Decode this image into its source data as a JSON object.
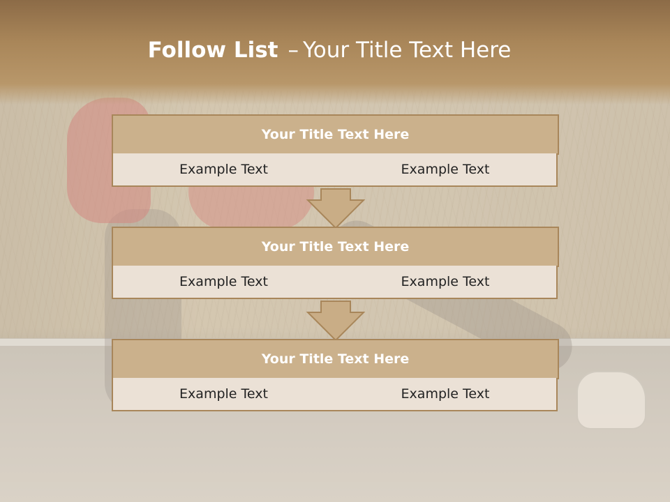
{
  "slide": {
    "title_bold": "Follow List",
    "title_sep": "–",
    "title_rest": "Your Title Text Here"
  },
  "blocks": [
    {
      "title": "Your Title Text Here",
      "left": "Example Text",
      "right": "Example Text"
    },
    {
      "title": "Your Title Text Here",
      "left": "Example Text",
      "right": "Example Text"
    },
    {
      "title": "Your Title Text Here",
      "left": "Example Text",
      "right": "Example Text"
    }
  ],
  "icons": [
    "down-arrow-icon",
    "down-arrow-icon"
  ],
  "colors": {
    "header": "#a98659",
    "block_title_fill": "#cbb18c",
    "cell_fill": "#ebe1d6",
    "border": "#a8865a",
    "arrow_fill": "#c9ad86"
  }
}
